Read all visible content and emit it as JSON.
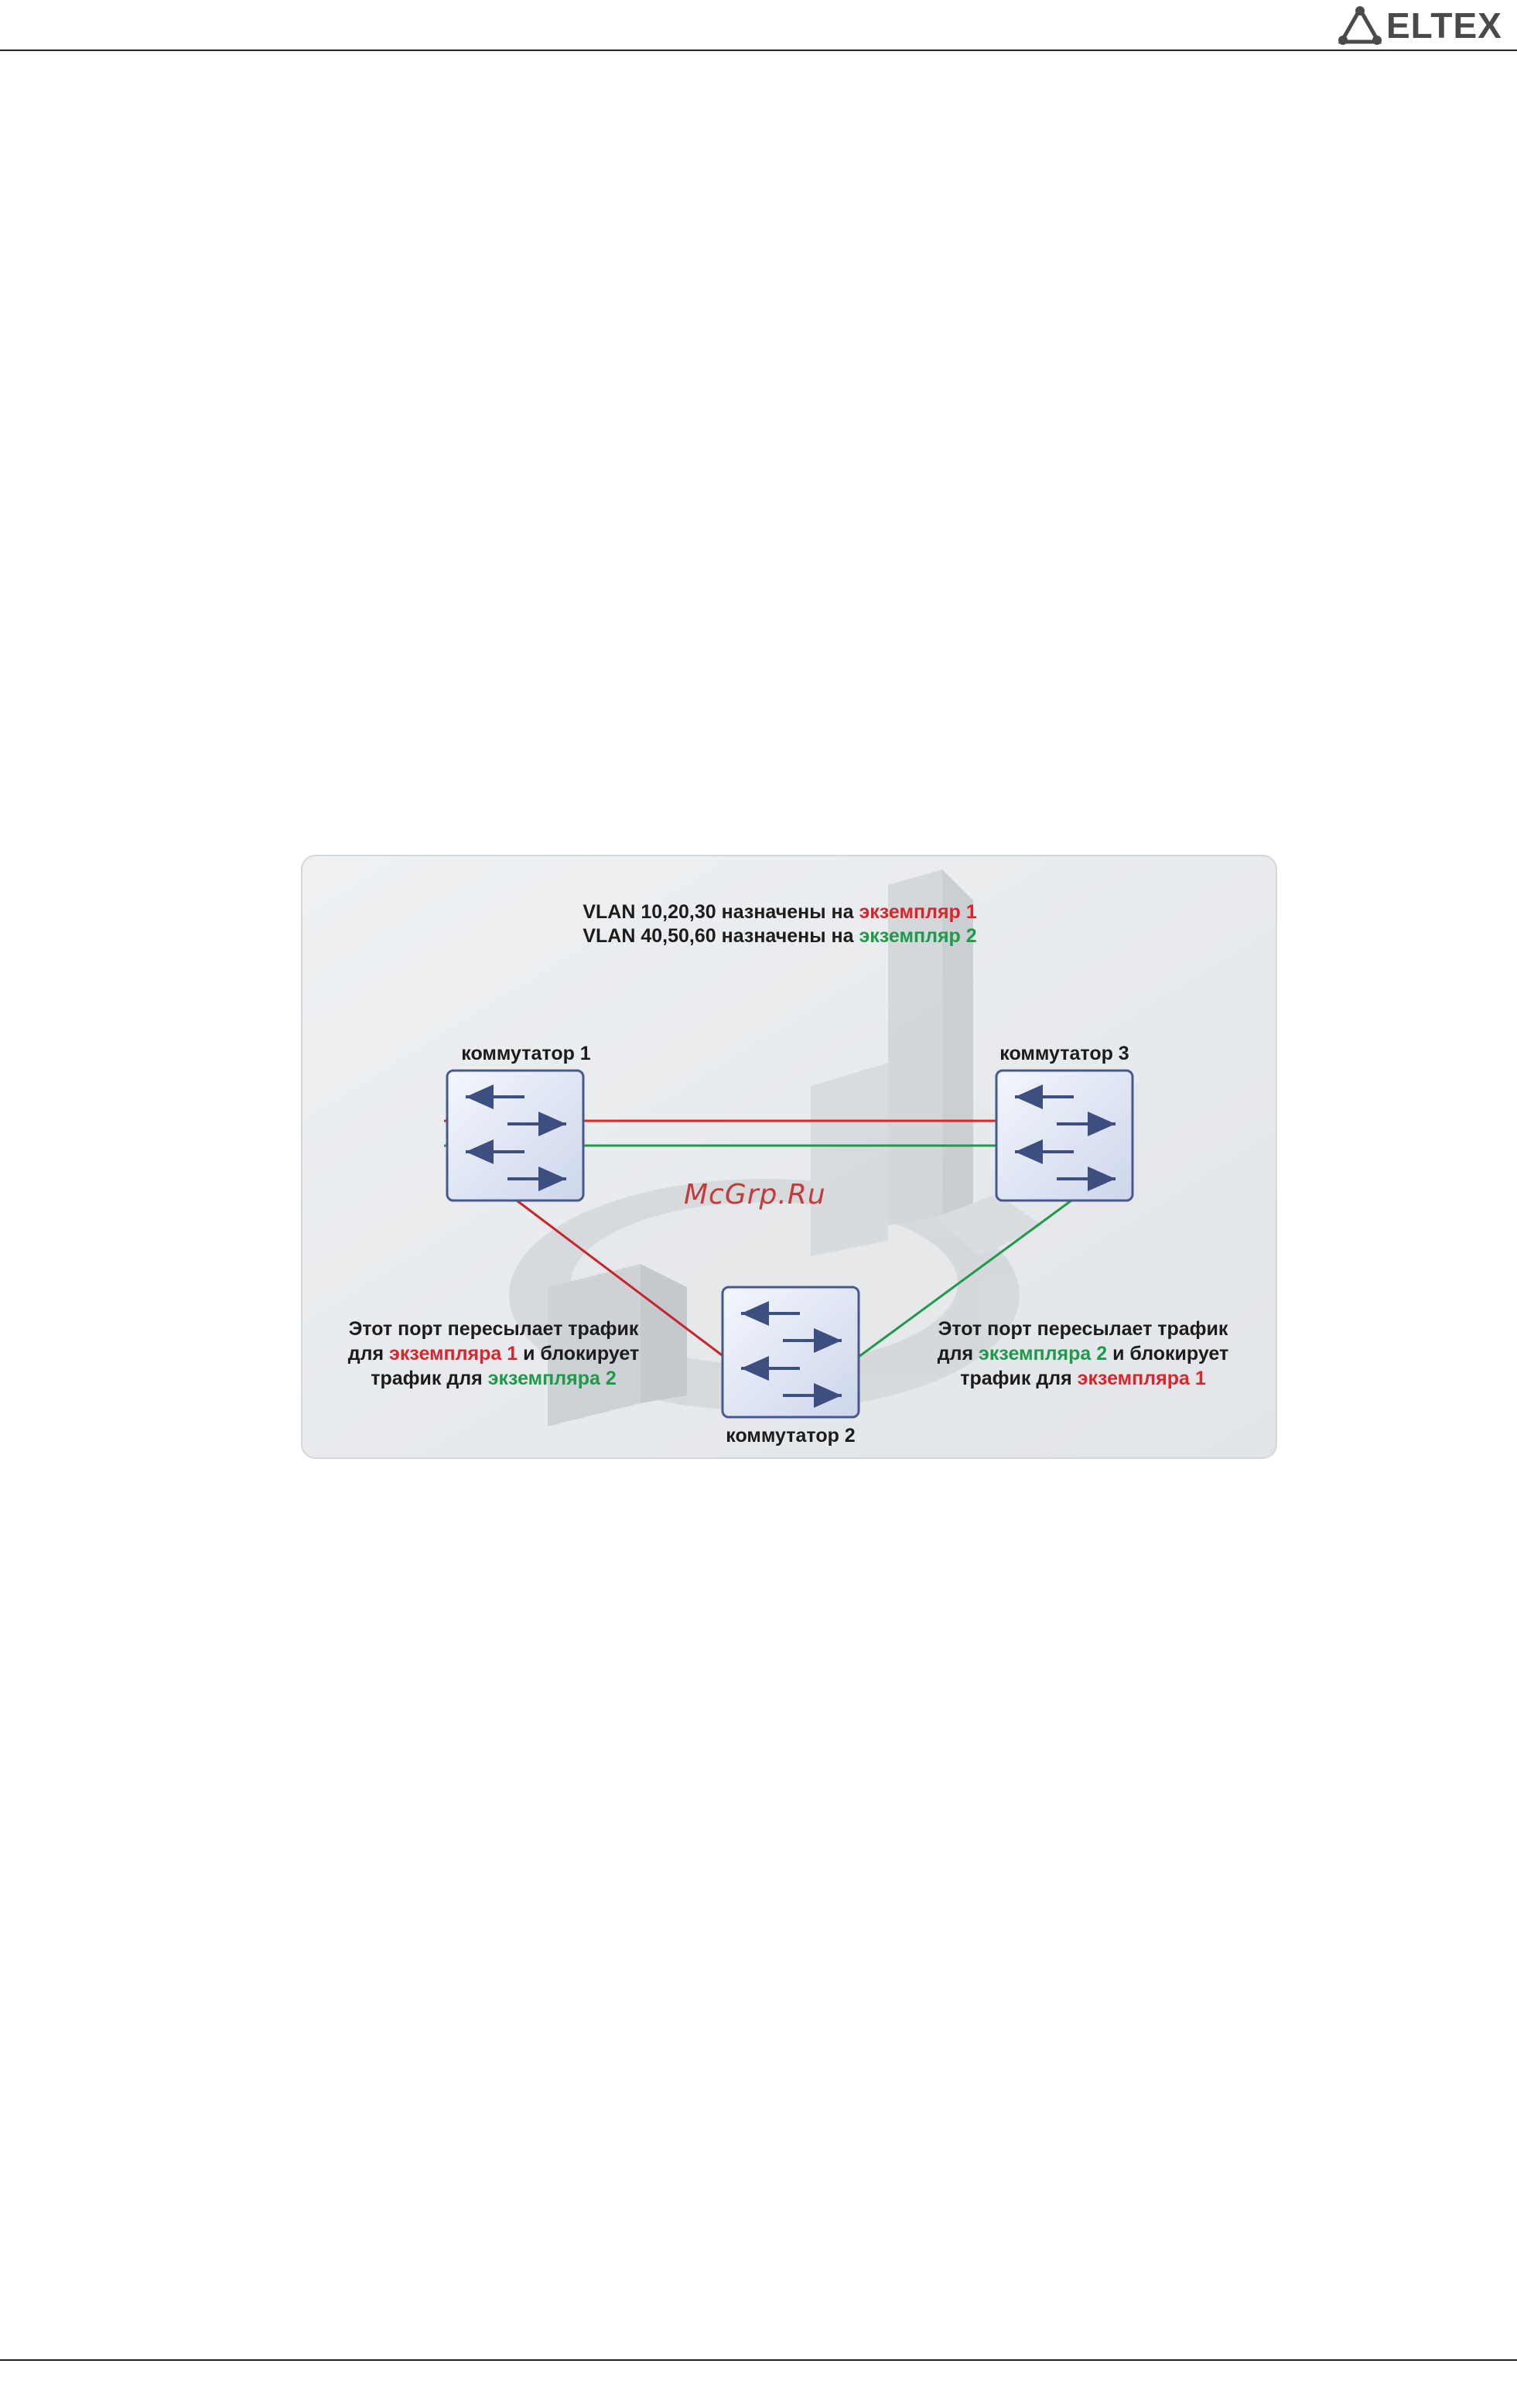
{
  "header": {
    "logo_text": "ELTEX"
  },
  "figure": {
    "title_line1_prefix": "VLAN 10,20,30 назначены на ",
    "title_line1_instance": "экземпляр 1",
    "title_line2_prefix": "VLAN 40,50,60 назначены на ",
    "title_line2_instance": "экземпляр 2",
    "switch1_label": "коммутатор 1",
    "switch2_label": "коммутатор 2",
    "switch3_label": "коммутатор 3",
    "left_note": {
      "line1": "Этот порт пересылает трафик",
      "line2_a": "для ",
      "line2_b": "экземпляра 1",
      "line2_c": " и блокирует",
      "line3_a": "трафик для ",
      "line3_b": "экземпляра 2"
    },
    "right_note": {
      "line1": "Этот порт пересылает трафик",
      "line2_a": "для ",
      "line2_b": "экземпляра 2",
      "line2_c": " и блокирует",
      "line3_a": "трафик для ",
      "line3_b": "экземпляра 1"
    },
    "colors": {
      "instance1": "#d8262a",
      "instance2": "#1f9a4a",
      "text": "#1c1c1c",
      "switch_fill": "#dfe5f3",
      "switch_stroke": "#46598a",
      "arrow": "#3d4f80"
    }
  },
  "watermark": "McGrp.Ru"
}
